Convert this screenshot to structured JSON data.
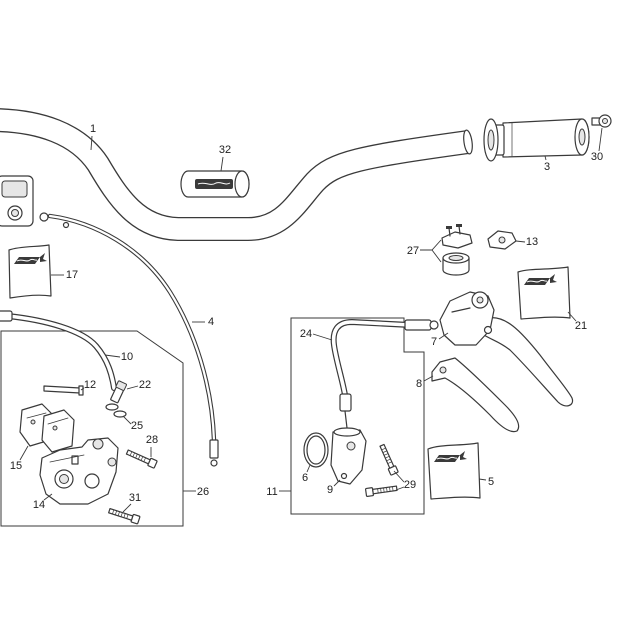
{
  "diagram": {
    "callouts": [
      "1",
      "32",
      "3",
      "30",
      "27",
      "13",
      "17",
      "4",
      "21",
      "24",
      "7",
      "10",
      "12",
      "22",
      "8",
      "25",
      "28",
      "15",
      "11",
      "6",
      "9",
      "29",
      "5",
      "26",
      "14",
      "31"
    ]
  },
  "colors": {
    "line": "#3a3a3a",
    "background": "#ffffff"
  }
}
